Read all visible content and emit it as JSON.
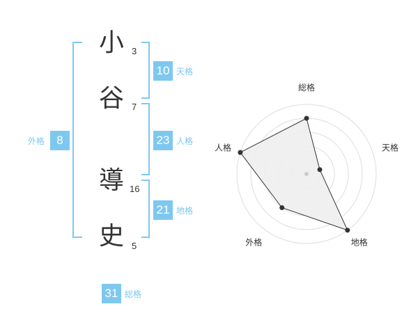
{
  "name": {
    "characters": [
      {
        "char": "小",
        "strokes": "3"
      },
      {
        "char": "谷",
        "strokes": "7"
      },
      {
        "char": "導",
        "strokes": "16"
      },
      {
        "char": "史",
        "strokes": "5"
      }
    ]
  },
  "fortune": {
    "tenkaku": {
      "value": "10",
      "label": "天格"
    },
    "jinkaku": {
      "value": "23",
      "label": "人格"
    },
    "chikaku": {
      "value": "21",
      "label": "地格"
    },
    "gaikaku": {
      "value": "8",
      "label": "外格"
    },
    "soukaku": {
      "value": "31",
      "label": "総格"
    }
  },
  "chart_data": {
    "type": "radar",
    "axes": [
      "総格",
      "天格",
      "地格",
      "外格",
      "人格"
    ],
    "rings": 5,
    "values": [
      4,
      1,
      5,
      3,
      5
    ],
    "max": 5,
    "colors": {
      "fill": "#eeeeee",
      "stroke": "#333333",
      "grid": "#dddddd",
      "point": "#333333"
    }
  }
}
